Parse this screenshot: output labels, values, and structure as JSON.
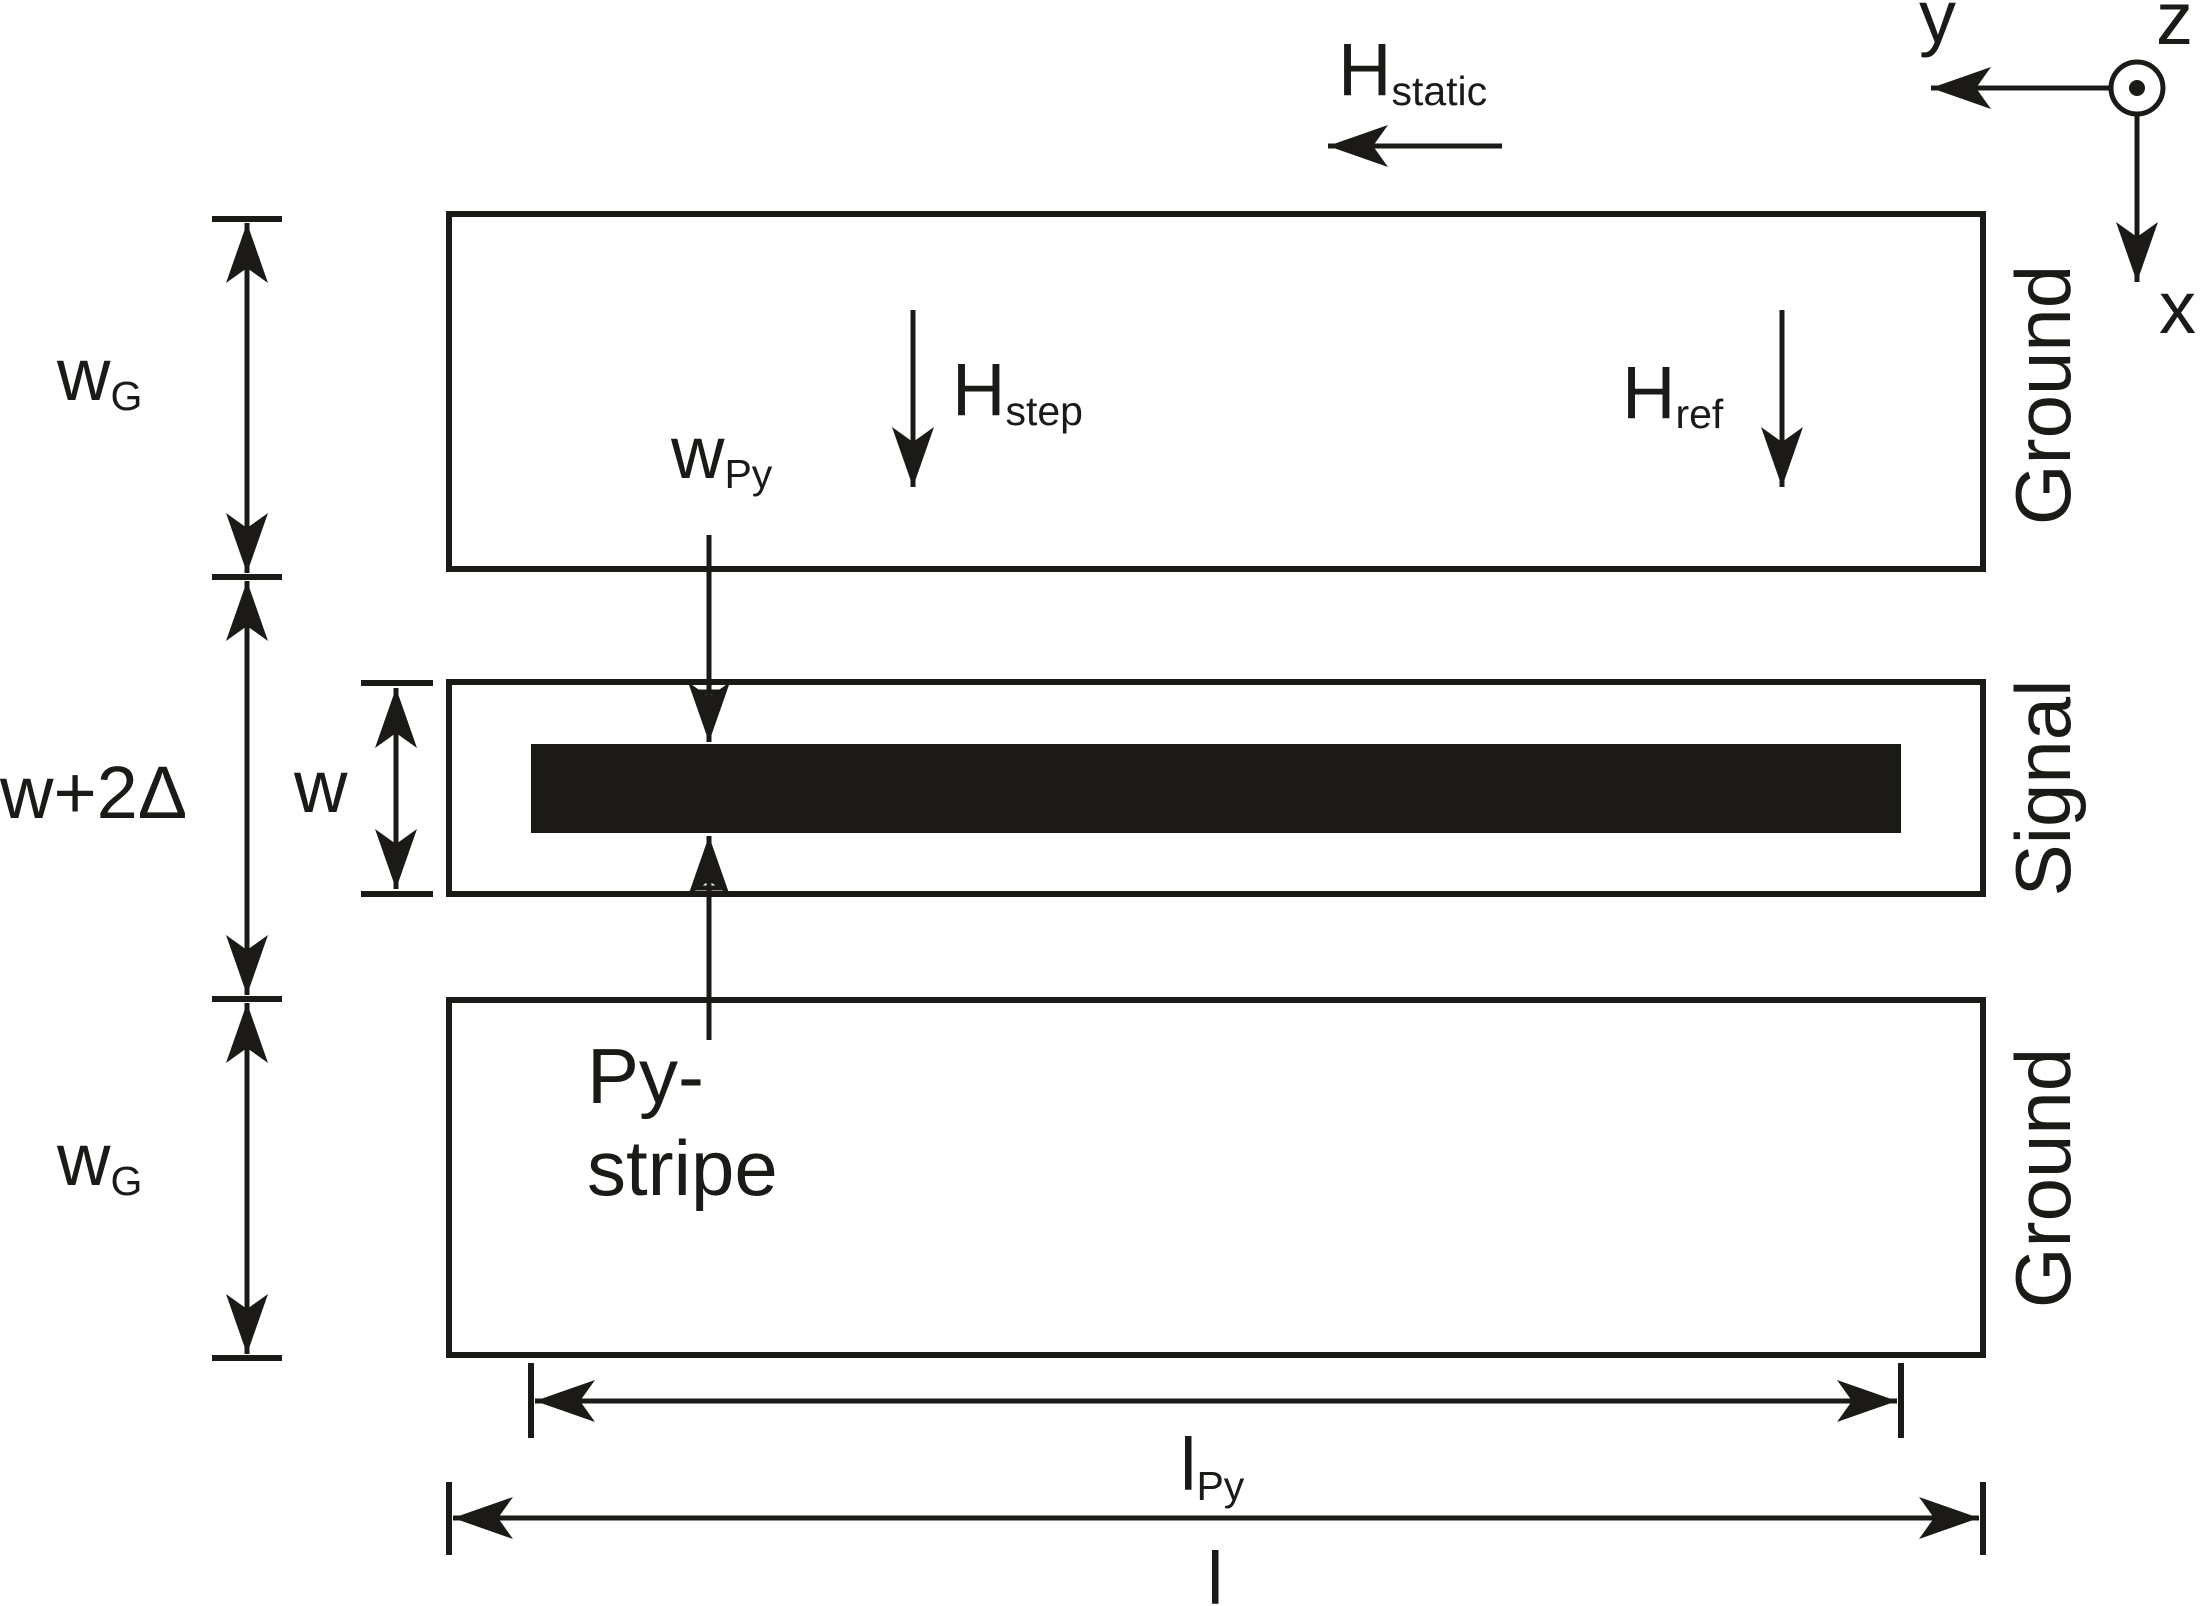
{
  "labels": {
    "h_static": {
      "main": "H",
      "sub": "static"
    },
    "h_step": {
      "main": "H",
      "sub": "step"
    },
    "h_ref": {
      "main": "H",
      "sub": "ref"
    },
    "w_py": {
      "main": "w",
      "sub": "Py"
    },
    "w_g_top": {
      "main": "w",
      "sub": "G"
    },
    "w_g_bottom": {
      "main": "w",
      "sub": "G"
    },
    "w_plus": "w+2Δ",
    "w": "w",
    "py_stripe_1": "Py-",
    "py_stripe_2": "stripe",
    "l_py": {
      "main": "l",
      "sub": "Py"
    },
    "l": "l",
    "ground_top": "Ground",
    "signal": "Signal",
    "ground_bottom": "Ground",
    "axis_y": "y",
    "axis_z": "z",
    "axis_x": "x"
  },
  "colors": {
    "ink": "#1c1a17",
    "background": "#ffffff"
  }
}
